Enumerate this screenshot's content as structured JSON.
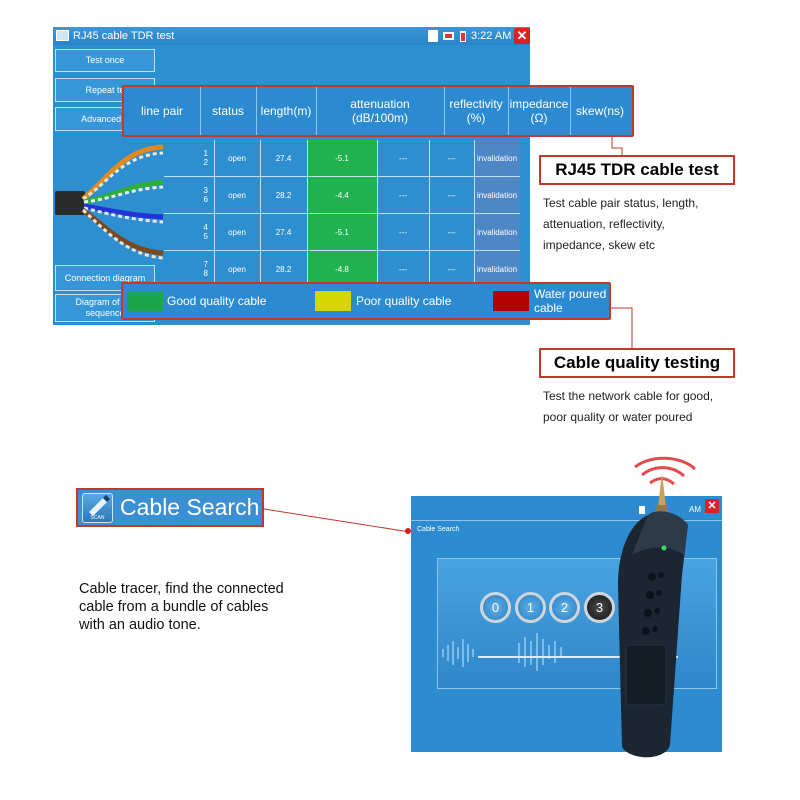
{
  "tdr_screen": {
    "title": "RJ45 cable TDR test",
    "time": "3:22 AM",
    "buttons": [
      "Test once",
      "Repeat te",
      "Advanced T",
      "Connection diagram",
      "Diagram of the\nsequence"
    ],
    "columns": [
      "line pair",
      "status",
      "length(m)",
      "attenuation\n(dB/100m)",
      "reflectivity\n(%)",
      "impedance\n(Ω)",
      "skew(ns)"
    ],
    "rows": [
      {
        "pair_top": "1",
        "pair_bottom": "2",
        "status": "open",
        "length": "27.4",
        "attenuation": "-5.1",
        "reflectivity": "---",
        "impedance_r": "---",
        "impedance": "invalidation"
      },
      {
        "pair_top": "3",
        "pair_bottom": "6",
        "status": "open",
        "length": "28.2",
        "attenuation": "-4.4",
        "reflectivity": "---",
        "impedance_r": "---",
        "impedance": "invalidation"
      },
      {
        "pair_top": "4",
        "pair_bottom": "5",
        "status": "open",
        "length": "27.4",
        "attenuation": "-5.1",
        "reflectivity": "---",
        "impedance_r": "---",
        "impedance": "invalidation"
      },
      {
        "pair_top": "7",
        "pair_bottom": "8",
        "status": "open",
        "length": "28.2",
        "attenuation": "-4.8",
        "reflectivity": "---",
        "impedance_r": "---",
        "impedance": "invalidation"
      }
    ]
  },
  "legend": {
    "good": "Good quality cable",
    "poor": "Poor quality cable",
    "water": "Water poured\ncable"
  },
  "callouts": {
    "tdr_title": "RJ45 TDR cable test",
    "tdr_desc": "Test cable pair status, length,\nattenuation, reflectivity,\nimpedance, skew etc",
    "quality_title": "Cable quality testing",
    "quality_desc": "Test the network cable for good,\npoor quality or water poured"
  },
  "cable_search": {
    "badge_label": "Cable Search",
    "scan_label": "SCAN",
    "description": "Cable tracer, find the connected\ncable from a bundle of cables\nwith an audio tone.",
    "screen_title": "Cable Search",
    "screen_time": "AM",
    "channels": [
      "0",
      "1",
      "2",
      "3"
    ]
  },
  "colors": {
    "screen_blue": "#2e8fd0",
    "accent_red": "#c0392b",
    "good": "#1ca64a",
    "poor": "#d8d400",
    "water": "#b30000",
    "attenuation_cell": "#21b24f",
    "impedance_cell": "#4f86c6"
  }
}
